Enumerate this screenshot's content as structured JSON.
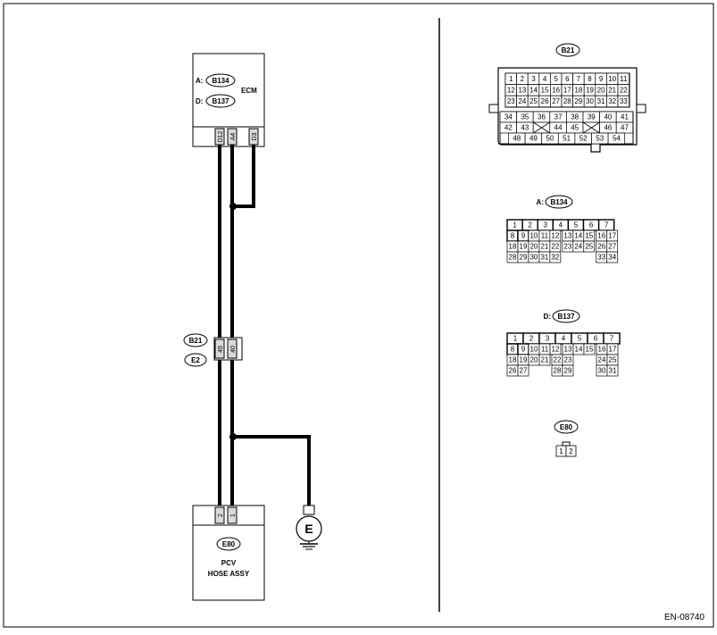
{
  "diagram_code": "EN-08740",
  "ecm": {
    "label": "ECM",
    "connA_prefix": "A:",
    "connA": "B134",
    "connD_prefix": "D:",
    "connD": "B137",
    "pins": [
      "D12",
      "A4",
      "D3"
    ]
  },
  "junction": {
    "top": "B21",
    "bottom": "E2",
    "pins": [
      "45",
      "40"
    ]
  },
  "component": {
    "connector": "E80",
    "name_line1": "PCV",
    "name_line2": "HOSE ASSY",
    "pins": [
      "2",
      "1"
    ]
  },
  "ground_label": "E",
  "connector_views": {
    "b21": {
      "title": "B21",
      "top_rows": [
        [
          "1",
          "2",
          "3",
          "4",
          "5",
          "6",
          "7",
          "8",
          "9",
          "10",
          "11"
        ],
        [
          "12",
          "13",
          "14",
          "15",
          "16",
          "17",
          "18",
          "19",
          "20",
          "21",
          "22"
        ],
        [
          "23",
          "24",
          "25",
          "26",
          "27",
          "28",
          "29",
          "30",
          "31",
          "32",
          "33"
        ]
      ],
      "bottom_rows": [
        [
          "34",
          "35",
          "36",
          "37",
          "38",
          "39",
          "40",
          "41"
        ],
        [
          "42",
          "43",
          "",
          "44",
          "45",
          "",
          "46",
          "47"
        ],
        [
          "48",
          "49",
          "50",
          "51",
          "52",
          "53",
          "54"
        ]
      ]
    },
    "b134": {
      "prefix": "A:",
      "title": "B134",
      "rows": [
        [
          "1",
          "2",
          "3",
          "4",
          "5",
          "6",
          "7"
        ],
        [
          "8",
          "9",
          "10",
          "11",
          "12",
          "13",
          "14",
          "15",
          "16",
          "17"
        ],
        [
          "18",
          "19",
          "20",
          "21",
          "22",
          "23",
          "24",
          "25",
          "26",
          "27"
        ],
        [
          "28",
          "29",
          "30",
          "31",
          "32",
          "33",
          "34"
        ]
      ]
    },
    "b137": {
      "prefix": "D:",
      "title": "B137",
      "rows": [
        [
          "1",
          "2",
          "3",
          "4",
          "5",
          "6",
          "7"
        ],
        [
          "8",
          "9",
          "10",
          "11",
          "12",
          "13",
          "14",
          "15",
          "16",
          "17"
        ],
        [
          "18",
          "19",
          "20",
          "21",
          "22",
          "23",
          "24",
          "25"
        ],
        [
          "26",
          "27",
          "28",
          "29",
          "30",
          "31"
        ]
      ]
    },
    "e80": {
      "title": "E80",
      "pins": [
        "1",
        "2"
      ]
    }
  }
}
